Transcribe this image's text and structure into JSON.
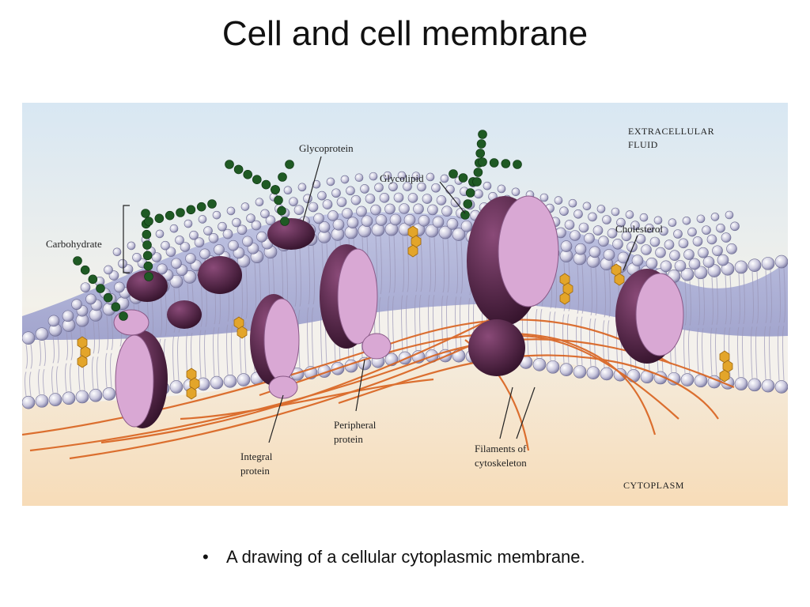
{
  "slide": {
    "title": "Cell and cell membrane",
    "caption": "A drawing of a cellular cytoplasmic membrane."
  },
  "diagram": {
    "regions": {
      "extracellular_line1": "Extracellular",
      "extracellular_line2": "fluid",
      "cytoplasm": "Cytoplasm"
    },
    "labels": {
      "carbohydrate": "Carbohydrate",
      "glycoprotein": "Glycoprotein",
      "glycolipid": "Glycolipid",
      "cholesterol": "Cholesterol",
      "peripheral_line1": "Peripheral",
      "peripheral_line2": "protein",
      "integral_line1": "Integral",
      "integral_line2": "protein",
      "filaments_line1": "Filaments of",
      "filaments_line2": "cytoskeleton"
    },
    "colors": {
      "lipid_head": "#c9c7dd",
      "protein_dark": "#4a1e3e",
      "protein_light": "#d9a8d4",
      "carbohydrate": "#1f5a24",
      "cholesterol": "#e3a52a",
      "filament": "#d9621e"
    }
  }
}
